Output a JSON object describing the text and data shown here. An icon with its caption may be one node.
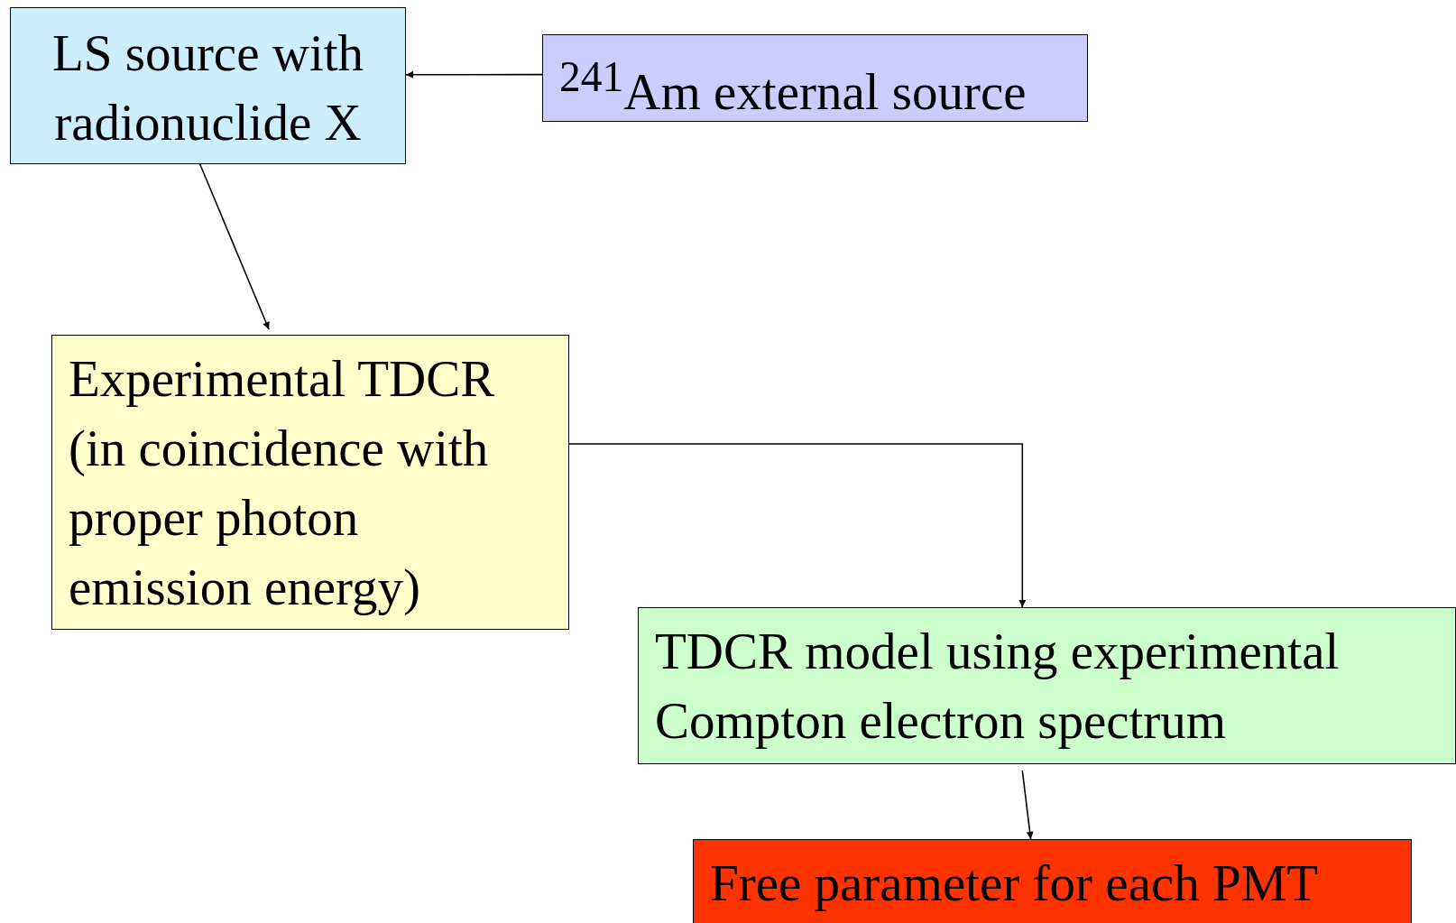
{
  "diagram": {
    "nodes": [
      {
        "text": [
          "LS source with radionuclide X"
        ]
      },
      {
        "text": [
          "$^{241}$Am external source"
        ]
      },
      {
        "text": [
          "Experimental TDCR (in coincidence with proper photon emission energy)"
        ]
      },
      {
        "text": [
          "TDCR model using experimental Compton electron spectrum"
        ]
      },
      {
        "text": [
          "Free parameter for each PMT"
        ]
      }
    ],
    "edges": [
      {
        "from": 1,
        "to": 0,
        "arrow": "to"
      },
      {
        "from": 0,
        "to": 2,
        "arrow": "to"
      },
      {
        "from": 2,
        "to": 3,
        "arrow": "to"
      },
      {
        "from": 3,
        "to": 4,
        "arrow": "to"
      }
    ]
  }
}
